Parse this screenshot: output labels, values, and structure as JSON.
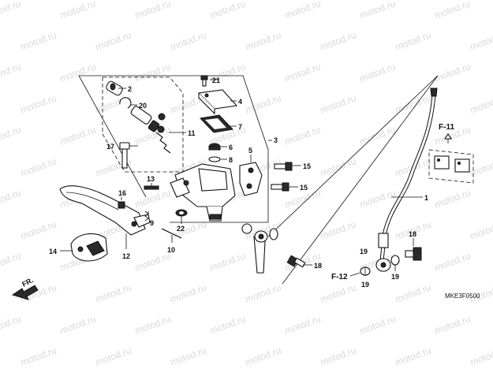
{
  "diagram": {
    "callouts": {
      "c1": "1",
      "c2": "2",
      "c3": "3",
      "c4": "4",
      "c5": "5",
      "c6": "6",
      "c7": "7",
      "c8": "8",
      "c9": "9",
      "c10": "10",
      "c11": "11",
      "c12": "12",
      "c13": "13",
      "c14": "14",
      "c15a": "15",
      "c15b": "15",
      "c16": "16",
      "c17": "17",
      "c18a": "18",
      "c18b": "18",
      "c19a": "19",
      "c19b": "19",
      "c19c": "19",
      "c20": "20",
      "c21": "21",
      "c22": "22"
    },
    "refs": {
      "f11": "F-11",
      "f12": "F-12"
    },
    "front_label": "FR.",
    "diagram_code": "MKE3F0500",
    "watermark": "motod.ru"
  }
}
